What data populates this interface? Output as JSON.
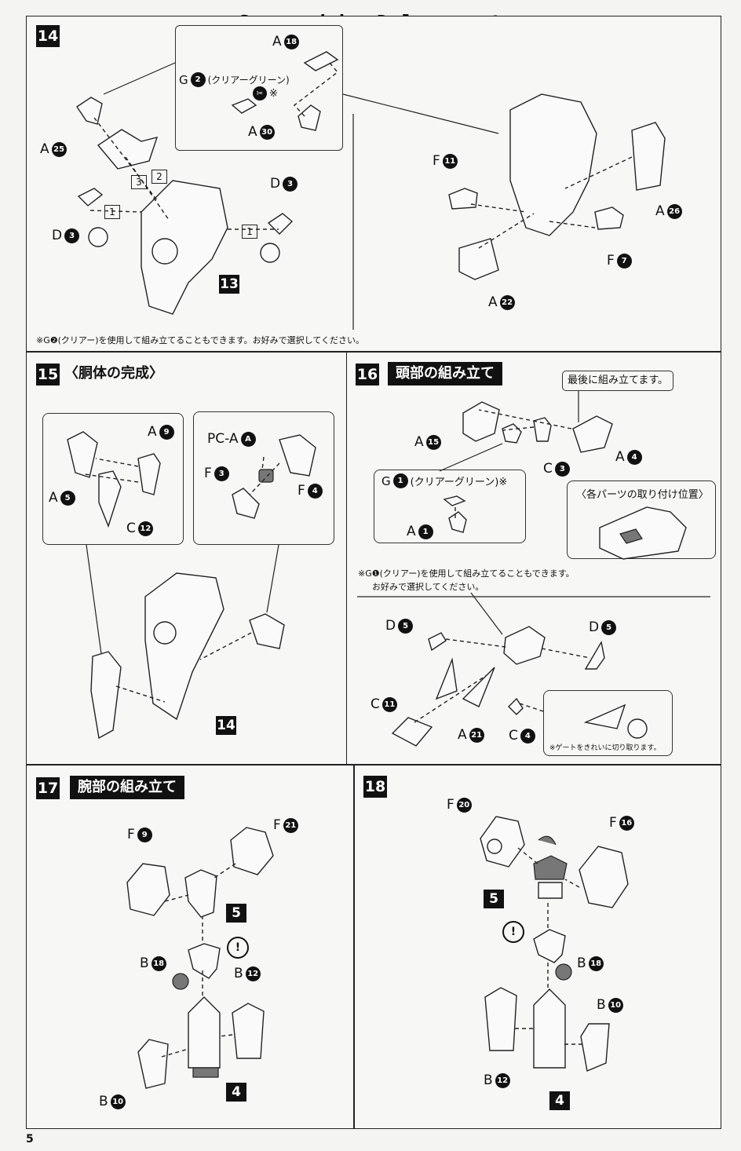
{
  "watermark": "Scanned by Dalong.net",
  "page_number": "5",
  "step14": {
    "number": "14",
    "labels": {
      "a18": "A",
      "a18n": "18",
      "g2": "G",
      "g2n": "2",
      "g2_note": "(クリアーグリーン)",
      "g2_mark": "※",
      "a30": "A",
      "a30n": "30",
      "a25": "A",
      "a25n": "25",
      "d3l": "D",
      "d3ln": "3",
      "d3r": "D",
      "d3rn": "3",
      "sub13": "13",
      "f11": "F",
      "f11n": "11",
      "a26": "A",
      "a26n": "26",
      "f7": "F",
      "f7n": "7",
      "a22": "A",
      "a22n": "22"
    },
    "sequence": [
      "1",
      "1",
      "2",
      "3"
    ],
    "footnote": "※G❷(クリアー)を使用して組み立てることもできます。お好みで選択してください。"
  },
  "step15": {
    "number": "15",
    "title": "〈胴体の完成〉",
    "labels": {
      "a9": "A",
      "a9n": "9",
      "a5": "A",
      "a5n": "5",
      "c12": "C",
      "c12n": "12",
      "pca": "PC-A",
      "pcan": "A",
      "f3": "F",
      "f3n": "3",
      "f4": "F",
      "f4n": "4",
      "sub14": "14"
    }
  },
  "step16": {
    "number": "16",
    "title": "頭部の組み立て",
    "callout": "最後に組み立てます。",
    "position_title": "〈各パーツの取り付け位置〉",
    "labels": {
      "a15": "A",
      "a15n": "15",
      "c3": "C",
      "c3n": "3",
      "a4": "A",
      "a4n": "4",
      "g1": "G",
      "g1n": "1",
      "g1_note": "(クリアーグリーン)※",
      "a1": "A",
      "a1n": "1",
      "d5l": "D",
      "d5ln": "5",
      "d5r": "D",
      "d5rn": "5",
      "c11": "C",
      "c11n": "11",
      "a21": "A",
      "a21n": "21",
      "c4": "C",
      "c4n": "4"
    },
    "note_line1": "※G❶(クリアー)を使用して組み立てることもできます。",
    "note_line2": "お好みで選択してください。",
    "gate_note": "※ゲートをきれいに切り取ります。"
  },
  "step17": {
    "number": "17",
    "title": "腕部の組み立て",
    "labels": {
      "f9": "F",
      "f9n": "9",
      "f21": "F",
      "f21n": "21",
      "sub5": "5",
      "b18": "B",
      "b18n": "18",
      "b12": "B",
      "b12n": "12",
      "b10": "B",
      "b10n": "10",
      "sub4": "4"
    },
    "caution": "!"
  },
  "step18": {
    "number": "18",
    "labels": {
      "f20": "F",
      "f20n": "20",
      "f16": "F",
      "f16n": "16",
      "sub5": "5",
      "b18": "B",
      "b18n": "18",
      "b10": "B",
      "b10n": "10",
      "b12": "B",
      "b12n": "12",
      "sub4": "4"
    },
    "caution": "!"
  }
}
